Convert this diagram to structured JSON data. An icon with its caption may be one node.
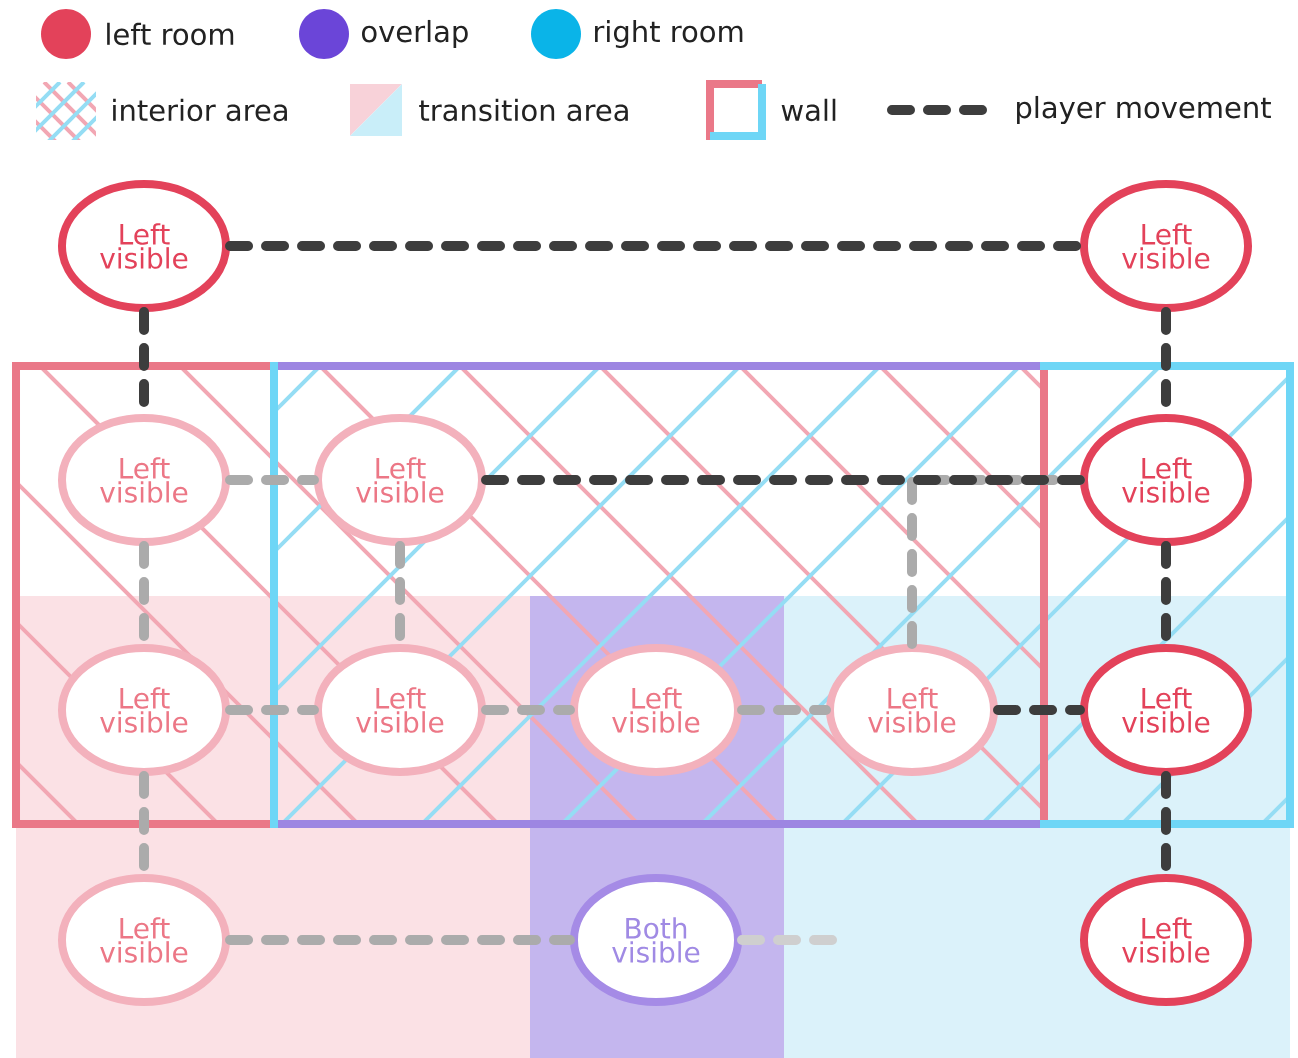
{
  "diagram": {
    "nodes": [
      {
        "text": [
          "Left visible"
        ]
      },
      {
        "text": [
          "Left visible"
        ]
      },
      {
        "text": [
          "Left visible"
        ]
      },
      {
        "text": [
          "Left visible"
        ]
      },
      {
        "text": [
          "Left visible"
        ]
      },
      {
        "text": [
          "Left visible"
        ]
      },
      {
        "text": [
          "Left visible"
        ]
      },
      {
        "text": [
          "Left visible"
        ]
      },
      {
        "text": [
          "Left visible"
        ]
      },
      {
        "text": [
          "Left visible"
        ]
      },
      {
        "text": [
          "Left visible"
        ]
      },
      {
        "text": [
          "Both visible"
        ]
      },
      {
        "text": [
          "Left visible"
        ]
      }
    ],
    "edges": [
      {
        "from": 0,
        "to": 1,
        "arrow": "none",
        "color": "#3d3d3d"
      },
      {
        "from": 0,
        "to": 2,
        "arrow": "none",
        "color": "#3d3d3d"
      },
      {
        "from": 1,
        "to": 4,
        "arrow": "none",
        "color": "#3d3d3d"
      },
      {
        "from": 2,
        "to": 3,
        "arrow": "none"
      },
      {
        "from": 8,
        "to": 4,
        "arrow": "none"
      },
      {
        "from": 3,
        "to": 4,
        "arrow": "none",
        "color": "#3d3d3d"
      },
      {
        "from": 4,
        "to": 9,
        "arrow": "none",
        "color": "#3d3d3d"
      },
      {
        "from": 2,
        "to": 5,
        "arrow": "none"
      },
      {
        "from": 3,
        "to": 6,
        "arrow": "none"
      },
      {
        "from": 5,
        "to": 6,
        "arrow": "none"
      },
      {
        "from": 6,
        "to": 7,
        "arrow": "none"
      },
      {
        "from": 7,
        "to": 8,
        "arrow": "none"
      },
      {
        "from": 8,
        "to": 9,
        "arrow": "none",
        "color": "#3d3d3d"
      },
      {
        "from": 9,
        "to": 12,
        "arrow": "none",
        "color": "#3d3d3d"
      },
      {
        "from": 5,
        "to": 10,
        "arrow": "none"
      },
      {
        "from": 10,
        "to": 11,
        "arrow": "none"
      },
      {
        "from": 11,
        "to": null,
        "arrow": "none",
        "color": "#cfcfcf"
      }
    ],
    "legend": [
      {
        "text": "left room",
        "color": "#e3425a"
      },
      {
        "text": "overlap",
        "color": "#6b45d8"
      },
      {
        "text": "right room",
        "color": "#0ab4e8"
      },
      {
        "text": "interior area"
      },
      {
        "text": "transition area"
      },
      {
        "text": "wall"
      },
      {
        "text": "player movement"
      }
    ]
  }
}
